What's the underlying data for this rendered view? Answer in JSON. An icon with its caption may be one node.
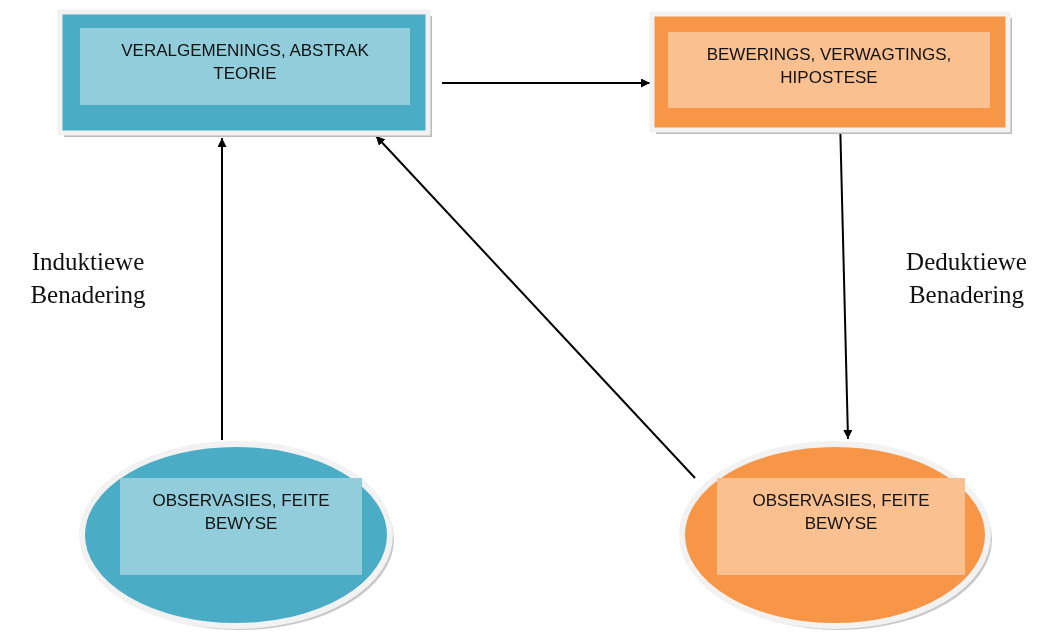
{
  "diagram": {
    "nodes": [
      {
        "text": [
          "VERALGEMENINGS, ABSTRAK TEORIE"
        ]
      },
      {
        "text": [
          "BEWERINGS, VERWAGTINGS, HIPOSTESE"
        ]
      },
      {
        "text": [
          "OBSERVASIES, FEITE BEWYSE"
        ]
      },
      {
        "text": [
          "OBSERVASIES, FEITE BEWYSE"
        ]
      }
    ],
    "edges": [
      {
        "from": 0,
        "to": 1,
        "arrow": "to"
      },
      {
        "from": 1,
        "to": 3,
        "arrow": "to"
      },
      {
        "from": 2,
        "to": 0,
        "arrow": "to"
      },
      {
        "from": 3,
        "to": 0,
        "arrow": "to"
      }
    ],
    "labels": [
      "Induktiewe Benadering",
      "Deduktiewe Benadering"
    ]
  }
}
